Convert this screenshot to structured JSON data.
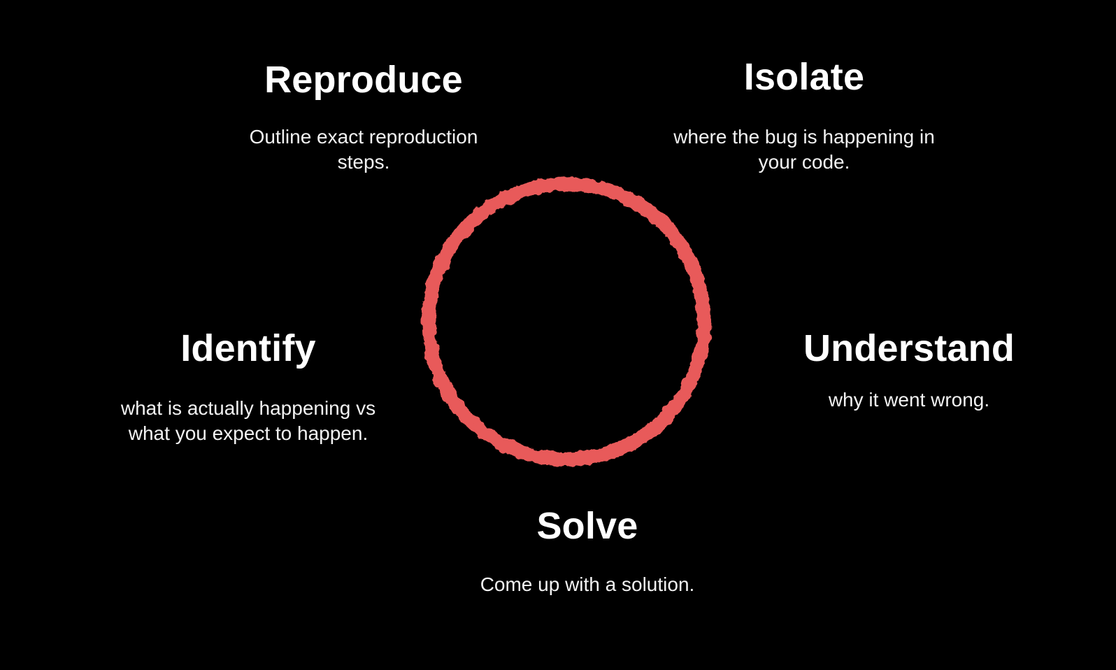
{
  "colors": {
    "background": "#000000",
    "text": "#ffffff",
    "ring": "#e85a5a"
  },
  "diagram": {
    "center_icon": "cycle-ring",
    "steps": {
      "reproduce": {
        "title": "Reproduce",
        "description": "Outline exact reproduction steps."
      },
      "isolate": {
        "title": "Isolate",
        "description": "where the bug is happening in your code."
      },
      "identify": {
        "title": "Identify",
        "description": "what is actually happening vs what you expect to happen."
      },
      "understand": {
        "title": "Understand",
        "description": "why it went wrong."
      },
      "solve": {
        "title": "Solve",
        "description": "Come up with a solution."
      }
    }
  }
}
